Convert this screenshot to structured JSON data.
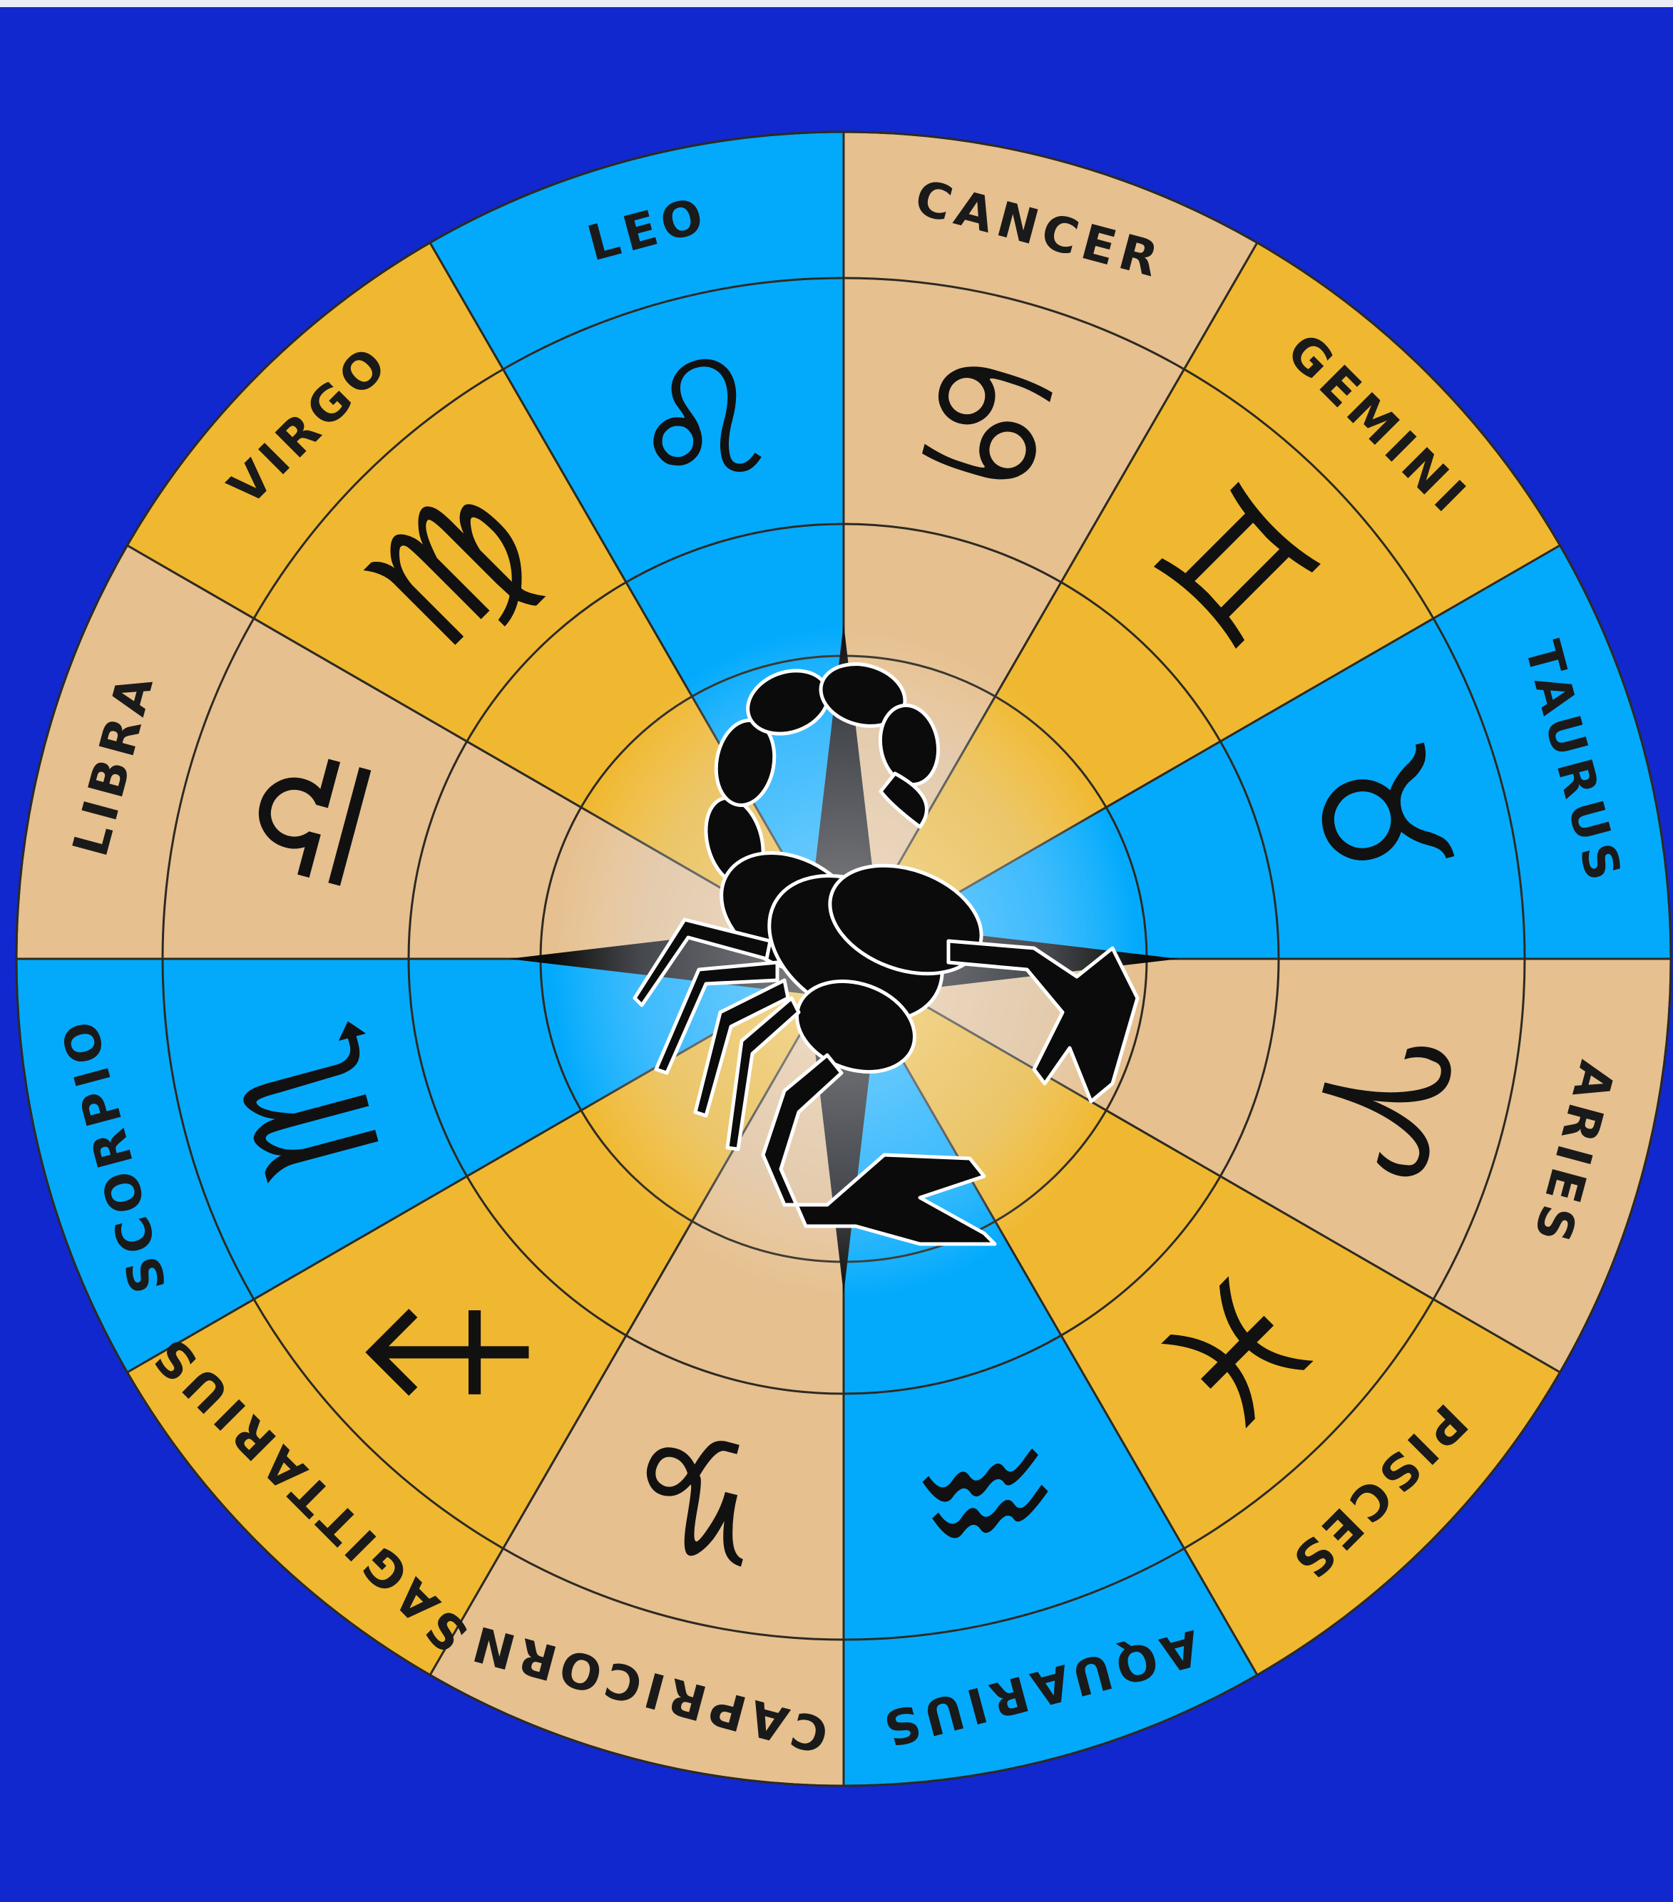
{
  "colors": {
    "background": "#1128cf",
    "blue": "#03aafc",
    "gold": "#f0b830",
    "tan": "#e6c08f",
    "ink": "#111111"
  },
  "center_icon": "scorpion-icon",
  "signs": [
    {
      "name": "ARIES",
      "glyph": "♈",
      "color": "tan"
    },
    {
      "name": "PISCES",
      "glyph": "♓",
      "color": "gold"
    },
    {
      "name": "AQUARIUS",
      "glyph": "♒",
      "color": "blue"
    },
    {
      "name": "CAPRICORN",
      "glyph": "♑",
      "color": "tan"
    },
    {
      "name": "SAGITTARIUS",
      "glyph": "♐",
      "color": "gold"
    },
    {
      "name": "SCORPIO",
      "glyph": "♏",
      "color": "blue"
    },
    {
      "name": "LIBRA",
      "glyph": "♎",
      "color": "tan"
    },
    {
      "name": "VIRGO",
      "glyph": "♍",
      "color": "gold"
    },
    {
      "name": "LEO",
      "glyph": "♌",
      "color": "blue"
    },
    {
      "name": "CANCER",
      "glyph": "♋",
      "color": "tan"
    },
    {
      "name": "GEMINI",
      "glyph": "♊",
      "color": "gold"
    },
    {
      "name": "TAURUS",
      "glyph": "♉",
      "color": "blue"
    }
  ]
}
